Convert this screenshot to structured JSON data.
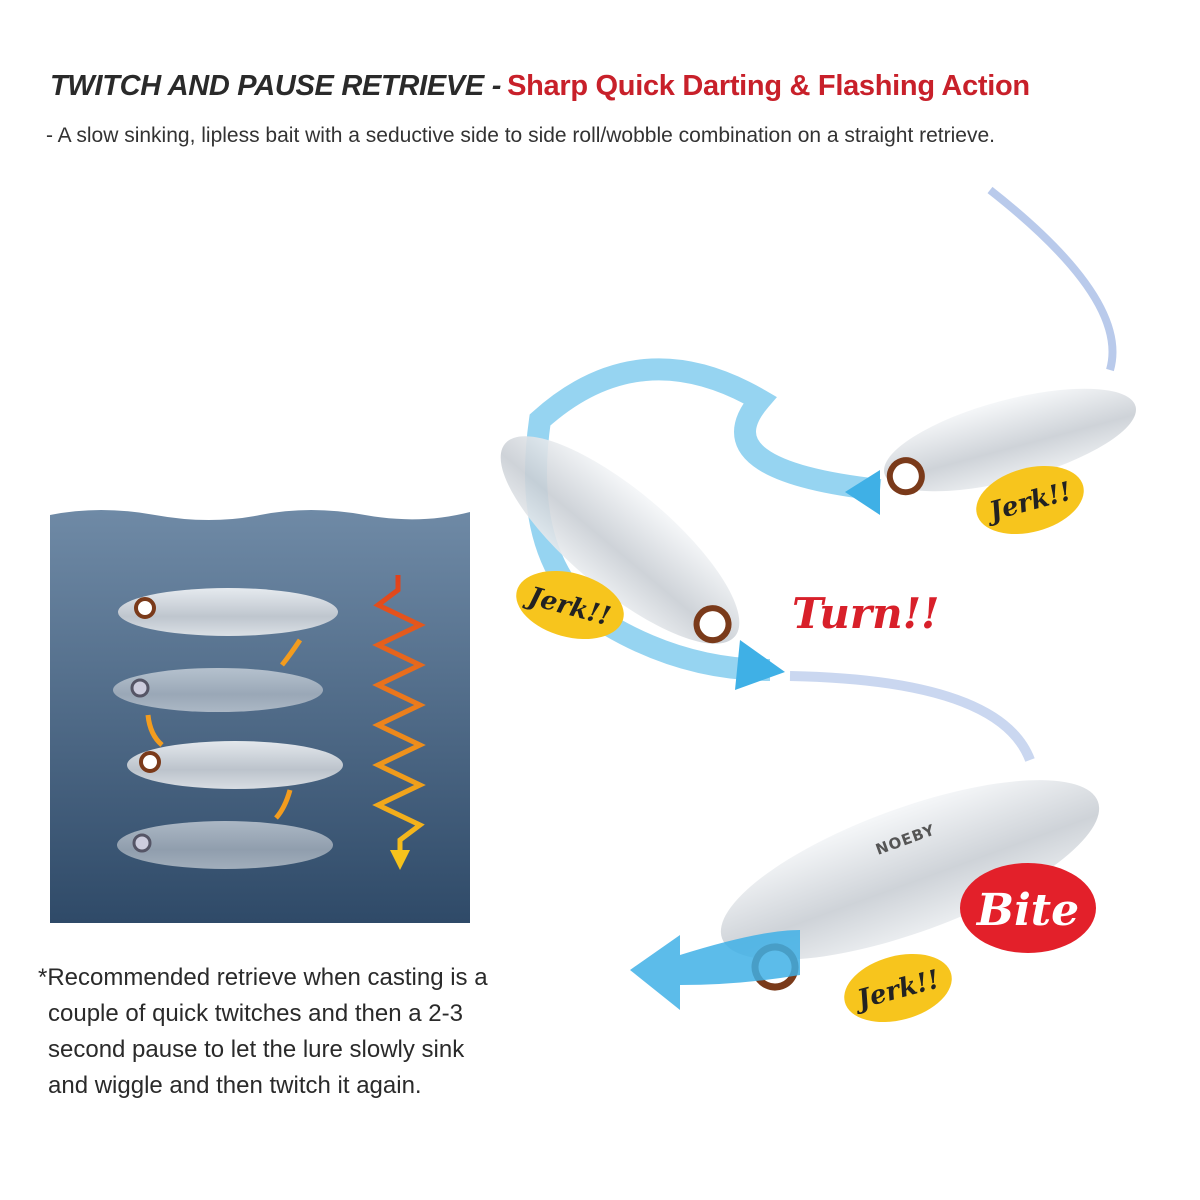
{
  "header": {
    "title": "TWITCH AND PAUSE RETRIEVE -",
    "title_accent": "Sharp Quick Darting & Flashing Action",
    "subtitle": "-  A slow sinking, lipless bait with a seductive side to side roll/wobble combination on a straight retrieve."
  },
  "labels": {
    "jerk_top": "Jerk!!",
    "jerk_left": "Jerk!!",
    "turn": "Turn!!",
    "bite": "Bite",
    "jerk_bottom": "Jerk!!"
  },
  "note": {
    "lines": [
      "*Recommended retrieve when casting is a",
      "couple of quick twitches and then a 2-3",
      "second pause to let the lure slowly sink",
      "and wiggle and then twitch it again."
    ]
  },
  "brand": "NOEBY",
  "colors": {
    "accent_red": "#c8202a",
    "arrow_blue": "#3fb0e6",
    "badge_yellow": "#f7c51d",
    "badge_red": "#e3202a",
    "water_top": "#6f8aa6",
    "water_bottom": "#2f4a68"
  }
}
